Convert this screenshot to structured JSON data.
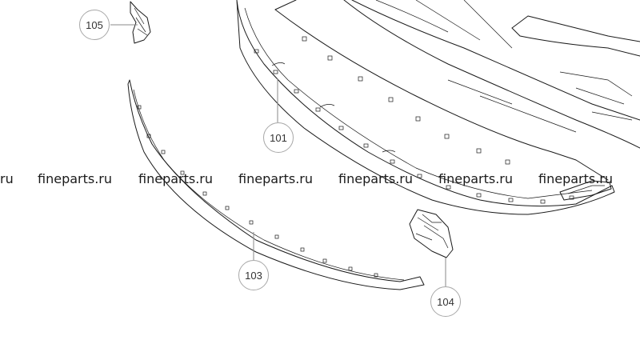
{
  "callouts": [
    {
      "id": "105",
      "label": "105"
    },
    {
      "id": "101",
      "label": "101"
    },
    {
      "id": "103",
      "label": "103"
    },
    {
      "id": "104",
      "label": "104"
    }
  ],
  "watermark": {
    "text_clipped": "ru",
    "text": "fineparts.ru",
    "repeat_labels": [
      "fineparts.ru",
      "fineparts.ru",
      "fineparts.ru",
      "fineparts.ru",
      "fineparts.ru",
      "fineparts.ru"
    ]
  },
  "colors": {
    "line": "#1a1a1a",
    "callout_border": "#a8a8a8",
    "background": "#ffffff"
  }
}
